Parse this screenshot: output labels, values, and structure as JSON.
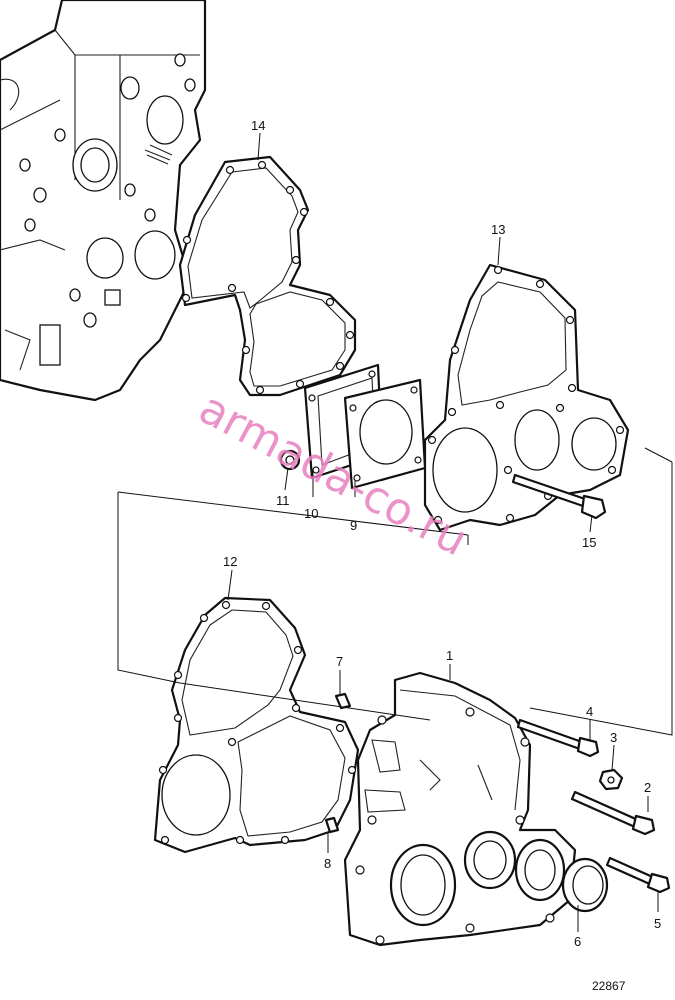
{
  "callouts": {
    "c1": "1",
    "c2": "2",
    "c3": "3",
    "c4": "4",
    "c5": "5",
    "c6": "6",
    "c7": "7",
    "c8": "8",
    "c9": "9",
    "c10": "10",
    "c11": "11",
    "c12": "12",
    "c13": "13",
    "c14": "14",
    "c15": "15"
  },
  "drawing_number": "22867",
  "watermark": "armada-co.ru",
  "colors": {
    "line": "#111111",
    "watermark": "#e87fc0",
    "background": "#ffffff"
  }
}
